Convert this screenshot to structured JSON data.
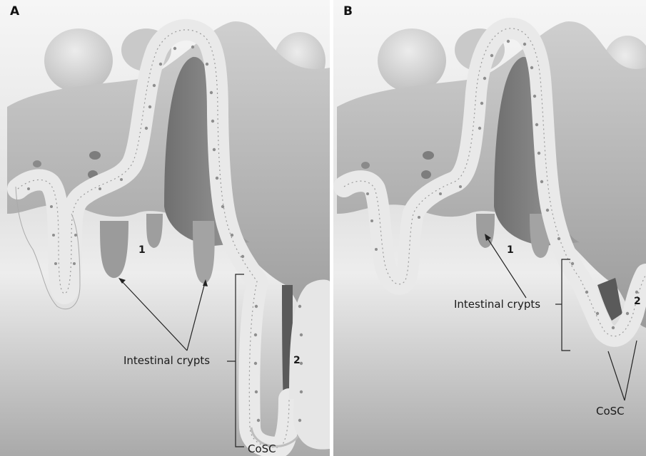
{
  "panels": [
    {
      "id": "A",
      "letter": "A",
      "label_1": "1",
      "label_2": "2",
      "crypts_label": "Intestinal crypts",
      "cosc_label": "CoSC"
    },
    {
      "id": "B",
      "letter": "B",
      "label_1": "1",
      "label_2": "2",
      "crypts_label": "Intestinal crypts",
      "cosc_label": "CoSC"
    }
  ],
  "colors": {
    "tissue_light": "#d6d6d6",
    "tissue_mid": "#b4b4b4",
    "tissue_dark": "#7a7a7a",
    "epithelium": "#e9e9e9",
    "cell_line": "#9c9c9c",
    "nucleus": "#8e8e8e"
  }
}
